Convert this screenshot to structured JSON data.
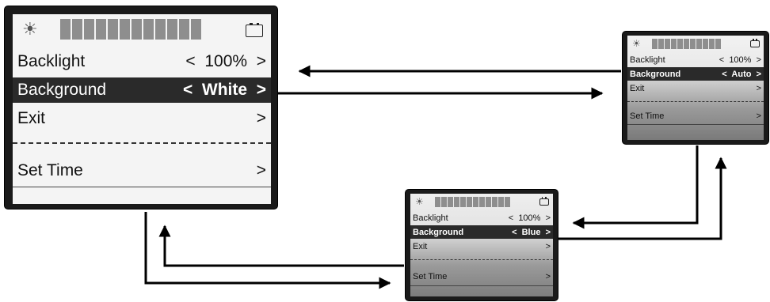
{
  "screens": {
    "white": {
      "rows": {
        "backlight": {
          "label": "Backlight",
          "value": "<  100%  >"
        },
        "background": {
          "label": "Background",
          "value": "<  White  >"
        },
        "exit": {
          "label": "Exit",
          "value": ">"
        },
        "settime": {
          "label": "Set Time",
          "value": ">"
        }
      }
    },
    "auto": {
      "rows": {
        "backlight": {
          "label": "Backlight",
          "value": "<  100%  >"
        },
        "background": {
          "label": "Background",
          "value": "<  Auto  >"
        },
        "exit": {
          "label": "Exit",
          "value": ">"
        },
        "settime": {
          "label": "Set Time",
          "value": ">"
        }
      }
    },
    "blue": {
      "rows": {
        "backlight": {
          "label": "Backlight",
          "value": "<  100%  >"
        },
        "background": {
          "label": "Background",
          "value": "<  Blue  >"
        },
        "exit": {
          "label": "Exit",
          "value": ">"
        },
        "settime": {
          "label": "Set Time",
          "value": ">"
        }
      }
    }
  },
  "icons": {
    "brightness": "sun-icon",
    "battery": "battery-icon"
  },
  "colors": {
    "bar_active": "#8e8e8e",
    "selection": "#2a2a2a",
    "arrow": "#000000"
  }
}
